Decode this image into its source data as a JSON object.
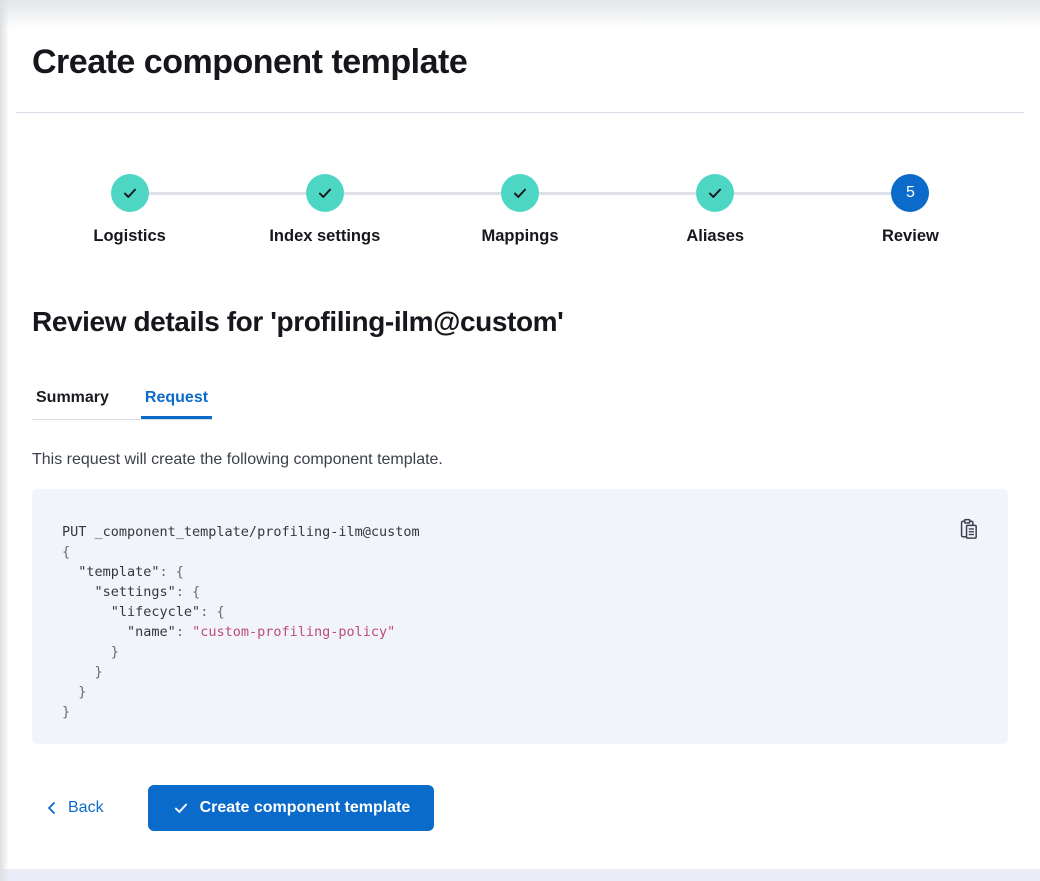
{
  "page": {
    "title": "Create component template"
  },
  "stepper": {
    "steps": [
      {
        "label": "Logistics",
        "status": "complete"
      },
      {
        "label": "Index settings",
        "status": "complete"
      },
      {
        "label": "Mappings",
        "status": "complete"
      },
      {
        "label": "Aliases",
        "status": "complete"
      },
      {
        "label": "Review",
        "status": "current",
        "number": "5"
      }
    ]
  },
  "review": {
    "heading": "Review details for 'profiling-ilm@custom'",
    "tabs": [
      {
        "label": "Summary",
        "selected": false
      },
      {
        "label": "Request",
        "selected": true
      }
    ],
    "description": "This request will create the following component template."
  },
  "code": {
    "lines": [
      {
        "segs": [
          {
            "c": "pl",
            "t": "PUT _component_template/profiling-ilm@custom"
          }
        ]
      },
      {
        "segs": [
          {
            "c": "pu",
            "t": "{"
          }
        ]
      },
      {
        "segs": [
          {
            "c": "pu",
            "t": "  "
          },
          {
            "c": "k",
            "t": "\"template\""
          },
          {
            "c": "pu",
            "t": ": {"
          }
        ]
      },
      {
        "segs": [
          {
            "c": "pu",
            "t": "    "
          },
          {
            "c": "k",
            "t": "\"settings\""
          },
          {
            "c": "pu",
            "t": ": {"
          }
        ]
      },
      {
        "segs": [
          {
            "c": "pu",
            "t": "      "
          },
          {
            "c": "k",
            "t": "\"lifecycle\""
          },
          {
            "c": "pu",
            "t": ": {"
          }
        ]
      },
      {
        "segs": [
          {
            "c": "pu",
            "t": "        "
          },
          {
            "c": "k",
            "t": "\"name\""
          },
          {
            "c": "pu",
            "t": ": "
          },
          {
            "c": "s",
            "t": "\"custom-profiling-policy\""
          }
        ]
      },
      {
        "segs": [
          {
            "c": "pu",
            "t": "      }"
          }
        ]
      },
      {
        "segs": [
          {
            "c": "pu",
            "t": "    }"
          }
        ]
      },
      {
        "segs": [
          {
            "c": "pu",
            "t": "  }"
          }
        ]
      },
      {
        "segs": [
          {
            "c": "pu",
            "t": "}"
          }
        ]
      }
    ]
  },
  "footer": {
    "back_label": "Back",
    "submit_label": "Create component template"
  },
  "colors": {
    "primary_blue": "#0b6bcb",
    "step_complete_teal": "#4ed6c5",
    "code_background": "#f1f4fa",
    "code_string_pink": "#bd4c78",
    "divider": "#d9dce8",
    "heading_text": "#16171c",
    "body_text": "#3a3f4a"
  }
}
